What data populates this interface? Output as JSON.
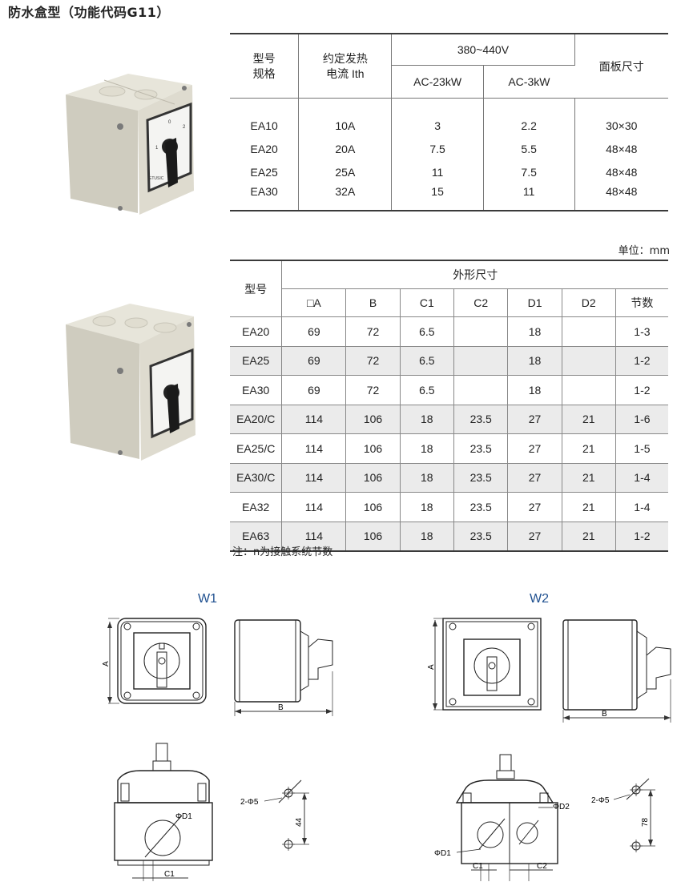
{
  "title": "防水盒型（功能代码G11）",
  "table1": {
    "col_model": "型号\n规格",
    "col_current": "约定发热\n电流 Ith",
    "voltage": "380~440V",
    "col_ac23": "AC-23kW",
    "col_ac3": "AC-3kW",
    "col_panel": "面板尺寸",
    "rows": [
      {
        "model": "EA10",
        "current": "10A",
        "ac23": "3",
        "ac3": "2.2",
        "panel": "30×30"
      },
      {
        "model": "EA20",
        "current": "20A",
        "ac23": "7.5",
        "ac3": "5.5",
        "panel": "48×48"
      },
      {
        "model": "EA25",
        "current": "25A",
        "ac23": "11",
        "ac3": "7.5",
        "panel": "48×48"
      },
      {
        "model": "EA30",
        "current": "32A",
        "ac23": "15",
        "ac3": "11",
        "panel": "48×48"
      }
    ]
  },
  "unit": "单位：mm",
  "table2": {
    "col_model": "型号",
    "group": "外形尺寸",
    "cols": [
      "□A",
      "B",
      "C1",
      "C2",
      "D1",
      "D2",
      "节数"
    ],
    "rows": [
      [
        "EA20",
        "69",
        "72",
        "6.5",
        "",
        "18",
        "",
        "1-3"
      ],
      [
        "EA25",
        "69",
        "72",
        "6.5",
        "",
        "18",
        "",
        "1-2"
      ],
      [
        "EA30",
        "69",
        "72",
        "6.5",
        "",
        "18",
        "",
        "1-2"
      ],
      [
        "EA20/C",
        "114",
        "106",
        "18",
        "23.5",
        "27",
        "21",
        "1-6"
      ],
      [
        "EA25/C",
        "114",
        "106",
        "18",
        "23.5",
        "27",
        "21",
        "1-5"
      ],
      [
        "EA30/C",
        "114",
        "106",
        "18",
        "23.5",
        "27",
        "21",
        "1-4"
      ],
      [
        "EA32",
        "114",
        "106",
        "18",
        "23.5",
        "27",
        "21",
        "1-4"
      ],
      [
        "EA63",
        "114",
        "106",
        "18",
        "23.5",
        "27",
        "21",
        "1-2"
      ]
    ]
  },
  "note": "注：n为接触系统节数",
  "drawings": {
    "w1_label": "W1",
    "w2_label": "W2",
    "dim_a": "A",
    "dim_b": "B",
    "dim_c1": "C1",
    "dim_c2": "C2",
    "dim_d1": "ΦD1",
    "dim_d2": "ΦD2",
    "holes": "2-Φ5",
    "w1_spacing": "44",
    "w2_spacing": "78"
  },
  "product_brand": "ETUSIC",
  "dial_marks": [
    "0",
    "1",
    "2"
  ]
}
